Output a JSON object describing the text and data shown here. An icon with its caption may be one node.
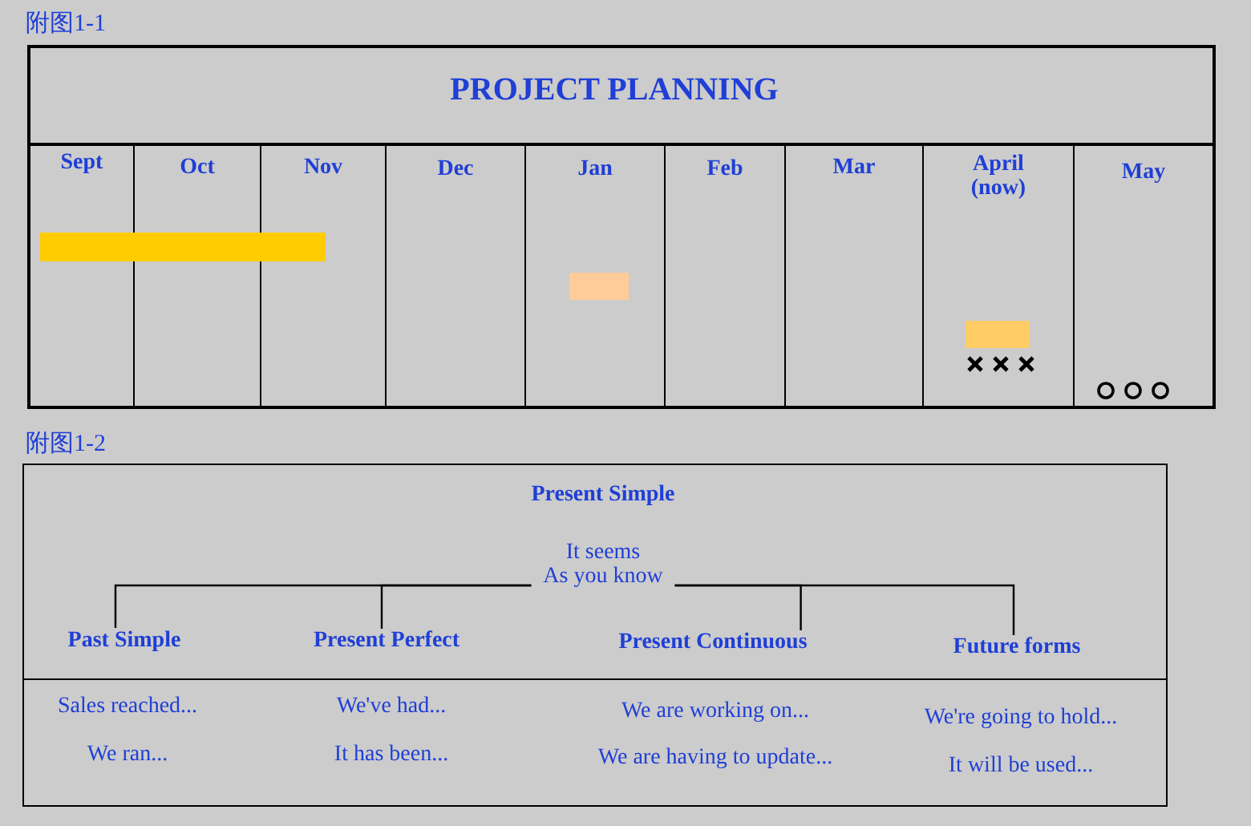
{
  "diagram": {
    "nodes": [
      {
        "text": [
          "PROJECT PLANNING"
        ]
      },
      {
        "text": [
          "Sept"
        ],
        "in": 0
      },
      {
        "text": [
          "Oct"
        ],
        "in": 0
      },
      {
        "text": [
          "Nov"
        ],
        "in": 0
      },
      {
        "text": [
          "Dec"
        ],
        "in": 0
      },
      {
        "text": [
          "Jan"
        ],
        "in": 0
      },
      {
        "text": [
          "Feb"
        ],
        "in": 0
      },
      {
        "text": [
          "Mar"
        ],
        "in": 0
      },
      {
        "text": [
          "April (now)"
        ],
        "in": 0
      },
      {
        "text": [
          "May"
        ],
        "in": 0
      },
      {
        "text": [],
        "shape": "bar",
        "in": 0
      },
      {
        "text": [],
        "shape": "bar",
        "in": 5
      },
      {
        "text": [],
        "shape": "bar",
        "in": 8
      },
      {
        "text": [],
        "shape": "box"
      },
      {
        "text": [
          "Present Simple",
          "It seems",
          "As you know"
        ],
        "in": 13
      },
      {
        "text": [
          "Past Simple"
        ],
        "in": 13
      },
      {
        "text": [
          "Present Perfect"
        ],
        "in": 13
      },
      {
        "text": [
          "Present Continuous"
        ],
        "in": 13
      },
      {
        "text": [
          "Future forms"
        ],
        "in": 13
      }
    ],
    "edges": [
      {
        "from": 14,
        "to": 15,
        "arrow": "none"
      },
      {
        "from": 14,
        "to": 16,
        "arrow": "none"
      },
      {
        "from": 14,
        "to": 17,
        "arrow": "none"
      },
      {
        "from": 14,
        "to": 18,
        "arrow": "none"
      }
    ],
    "labels": [
      "附图1-1",
      "附图1-2",
      "Sales reached...",
      "We've had...",
      "We are working on...",
      "We're going to hold...",
      "We ran...",
      "It has been...",
      "We are having to update...",
      "It will be used..."
    ]
  }
}
